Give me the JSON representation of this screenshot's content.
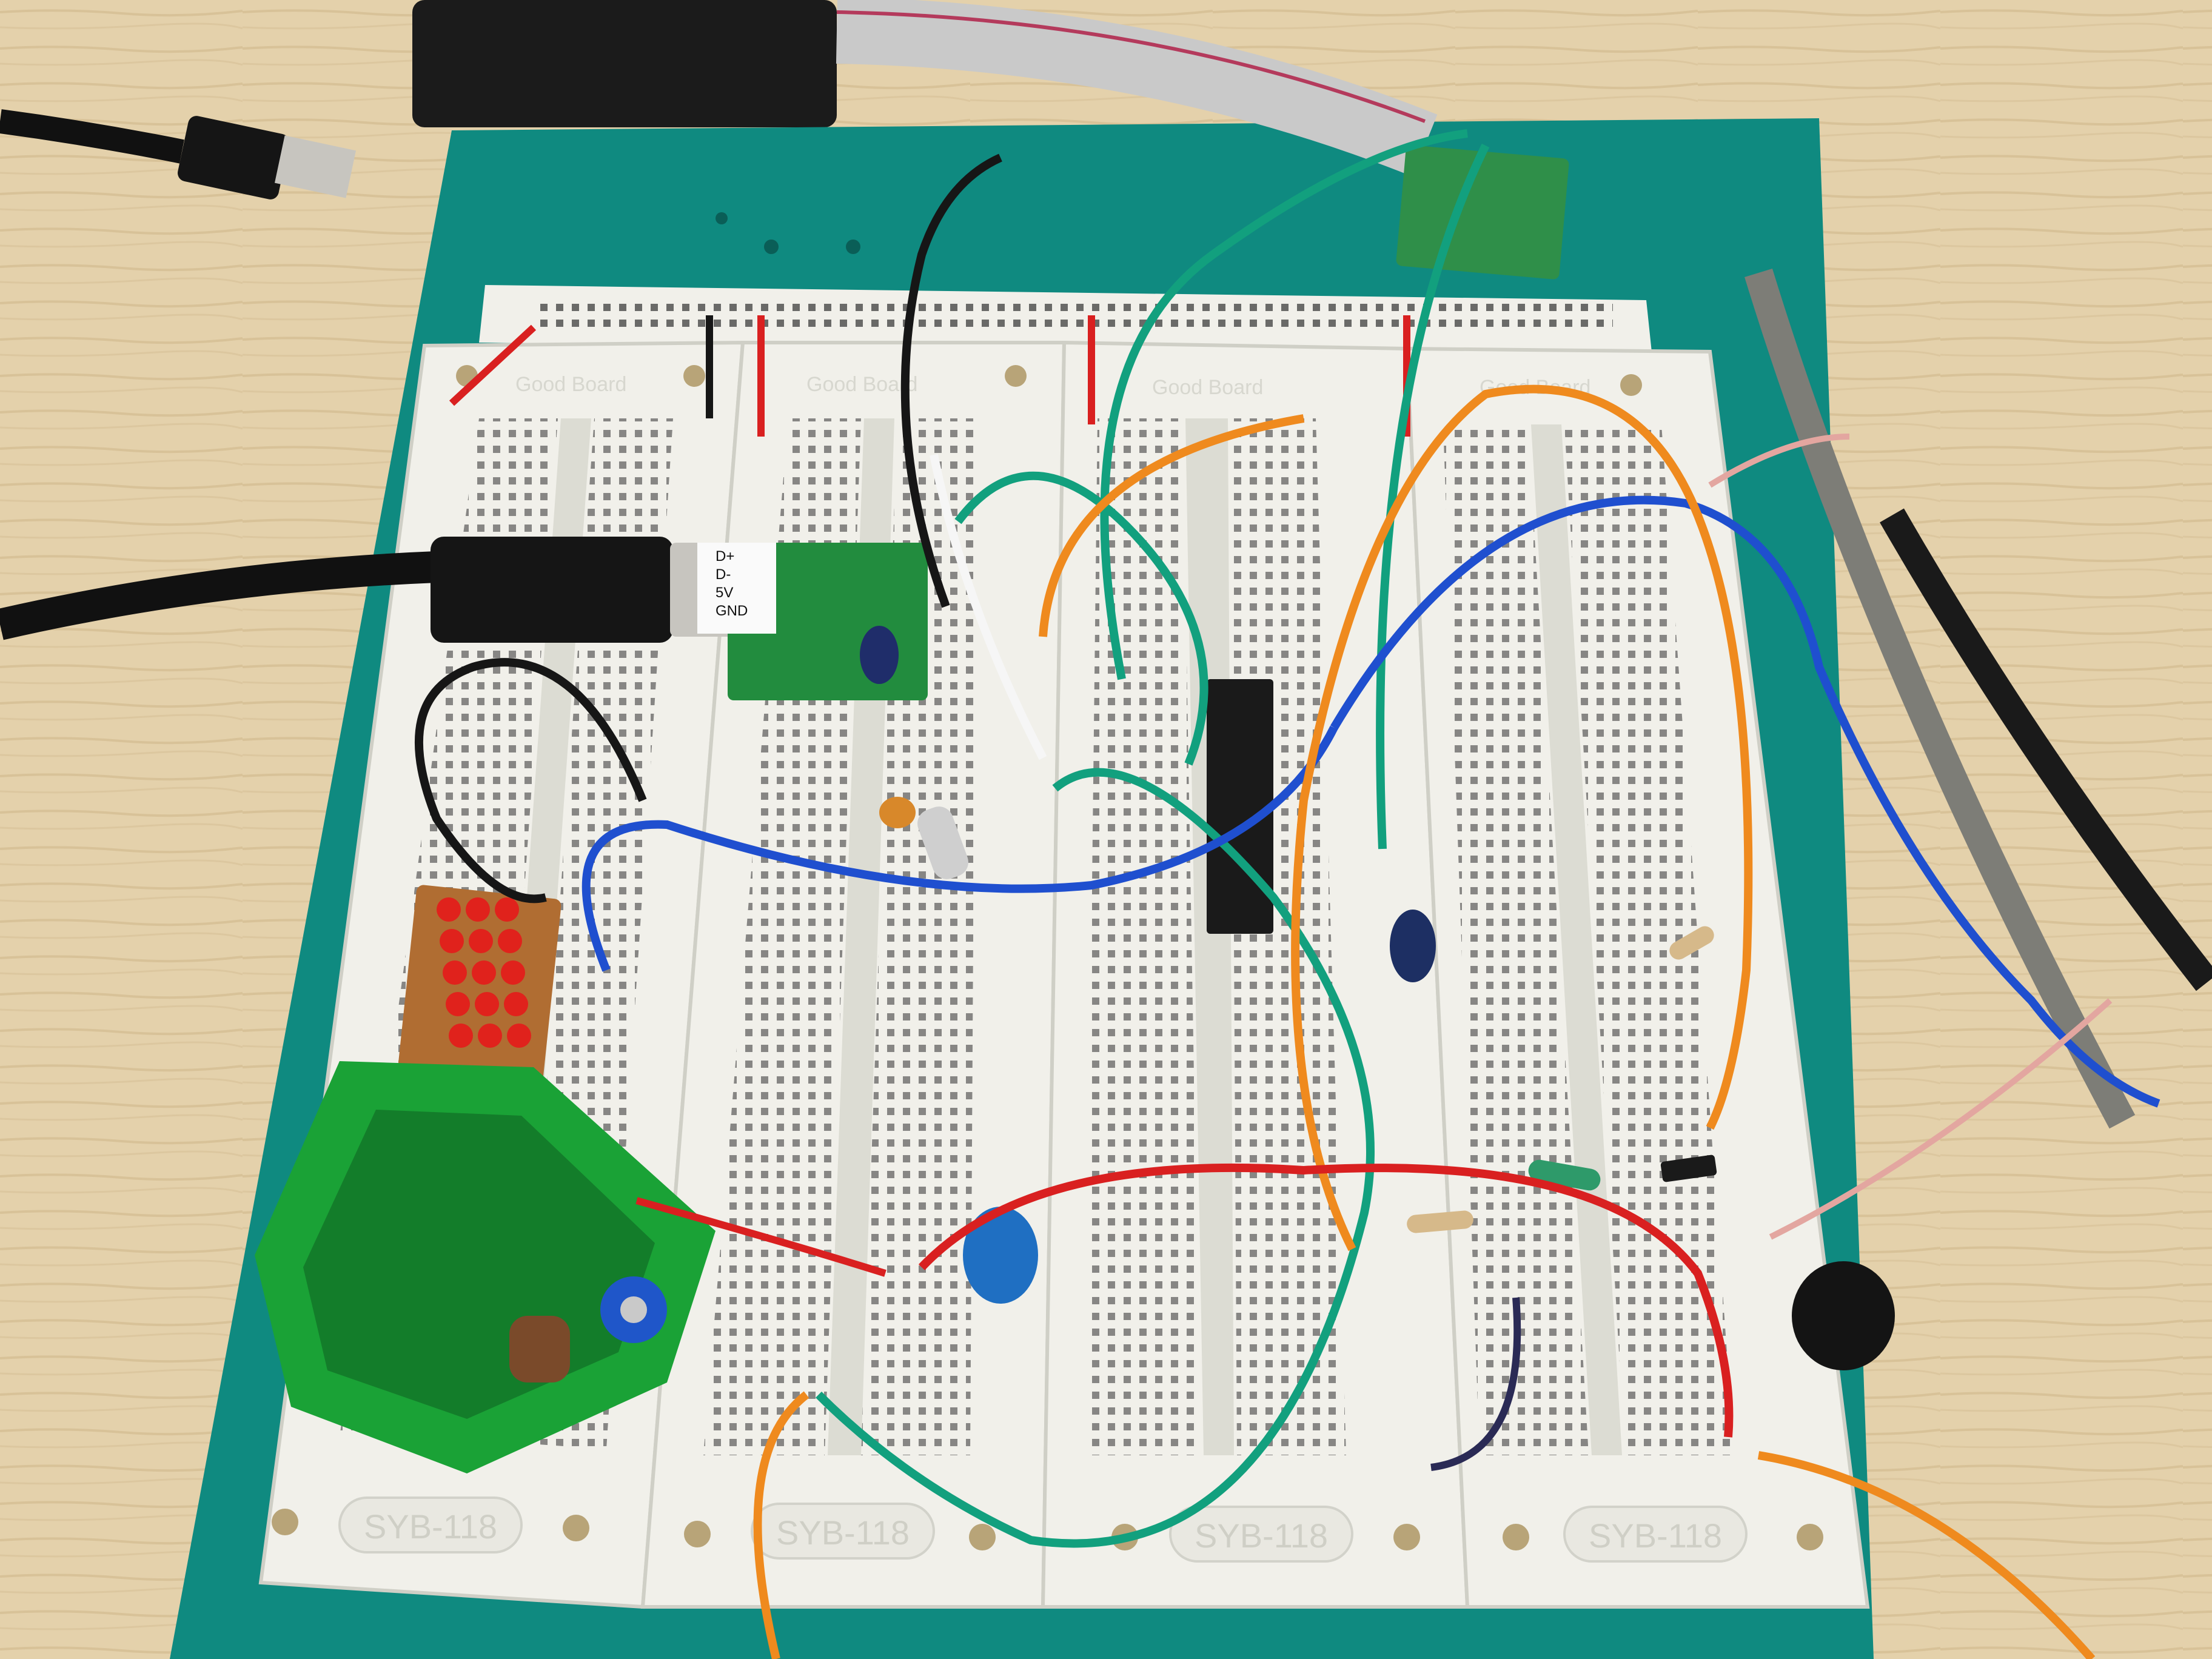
{
  "scene": {
    "colors": {
      "desk": "#e4d1ab",
      "base_board": "#0f8a80",
      "breadboard": "#f1f0ea",
      "hole": "#2b2b2b",
      "wire_red": "#d92020",
      "wire_black": "#161616",
      "wire_green": "#12a07e",
      "wire_blue": "#1f4fcf",
      "wire_orange": "#ef8a1e",
      "wire_white": "#f6f6f6",
      "wire_pink": "#e3a6a0",
      "pcb_green": "#1aa236",
      "led_red": "#e0221c",
      "capacitor_blue": "#1f6fc2"
    },
    "breadboards": [
      {
        "top_text": "Good Board",
        "bottom_text": "SYB-118"
      },
      {
        "top_text": "Good Board",
        "bottom_text": "SYB-118"
      },
      {
        "top_text": "Good Board",
        "bottom_text": "SYB-118"
      },
      {
        "top_text": "Good Board",
        "bottom_text": "SYB-118"
      }
    ],
    "usb_adapter_label": {
      "line1": "D+",
      "line2": "D-",
      "line3": "5V",
      "line4": "GND"
    },
    "objects": [
      "usb-b-cable",
      "usb-breakout-board",
      "microcontroller-dip-chip",
      "crystal-oscillator",
      "red-led-array",
      "green-pcb-module",
      "blue-trimmer-potentiometer",
      "electrolytic-capacitors",
      "oscilloscope-probes",
      "ribbon-cable",
      "jumper-wires"
    ]
  }
}
